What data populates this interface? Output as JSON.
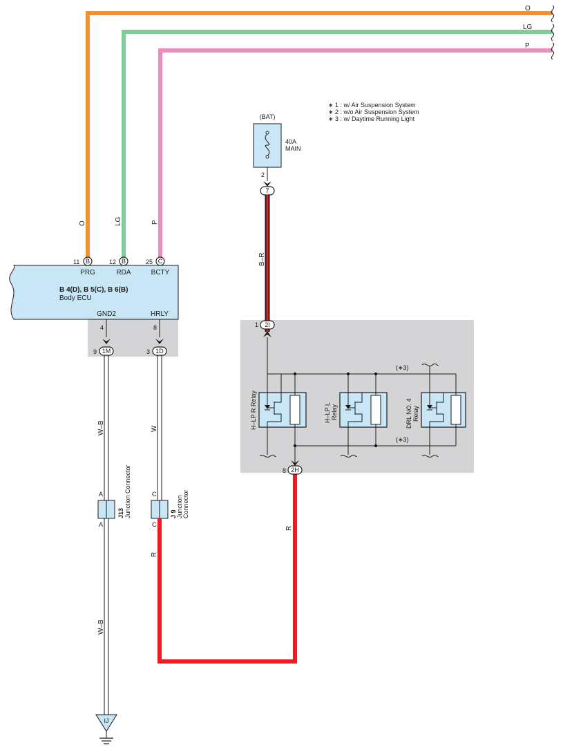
{
  "colors": {
    "orange": "#f39232",
    "light_green": "#80cc9a",
    "pink": "#f08cba",
    "red": "#ed1c24",
    "box_fill": "#c8e6f5",
    "shade": "#d4d4d6"
  },
  "notes": [
    "∗ 1 : w/ Air Suspension System",
    "∗ 2 : w/o Air Suspension System",
    "∗ 3 : w/ Daytime Running Light"
  ],
  "wires": {
    "o": "O",
    "lg": "LG",
    "p": "P",
    "b_r": "B–R",
    "w_b": "W–B",
    "w": "W",
    "r": "R"
  },
  "ecu": {
    "connectors": "B 4(D), B 5(C), B 6(B)",
    "name": "Body ECU",
    "pins_top": [
      {
        "num": "11",
        "conn": "B",
        "label": "PRG"
      },
      {
        "num": "12",
        "conn": "B",
        "label": "RDA"
      },
      {
        "num": "25",
        "conn": "C",
        "label": "BCTY"
      }
    ],
    "pins_bottom": [
      {
        "num": "4",
        "label": "GND2"
      },
      {
        "num": "8",
        "label": "HRLY"
      }
    ]
  },
  "jb_connectors": [
    {
      "num": "9",
      "conn": "1M"
    },
    {
      "num": "3",
      "conn": "1D"
    },
    {
      "num": "2",
      "conn": "7"
    },
    {
      "num": "1",
      "conn": "2I"
    },
    {
      "num": "8",
      "conn": "2H"
    }
  ],
  "fuse": {
    "source": "(BAT)",
    "rating": "40A",
    "name": "MAIN"
  },
  "relays": {
    "r1": "H–LP R Relay",
    "r2_line1": "H–LP L",
    "r2_line2": "Relay",
    "r3_line1": "DRL NO. 4",
    "r3_line2": "Relay",
    "note3": "(∗3)"
  },
  "junctions": {
    "j13": {
      "id": "J13",
      "line1": "Junction Connector",
      "line2": "",
      "pin_top": "A",
      "pin_bottom": "A"
    },
    "j9": {
      "id": "J 9",
      "line1": "Junction",
      "line2": "Connector",
      "pin_top": "C",
      "pin_bottom": "C"
    }
  },
  "ground": {
    "label": "IJ"
  }
}
